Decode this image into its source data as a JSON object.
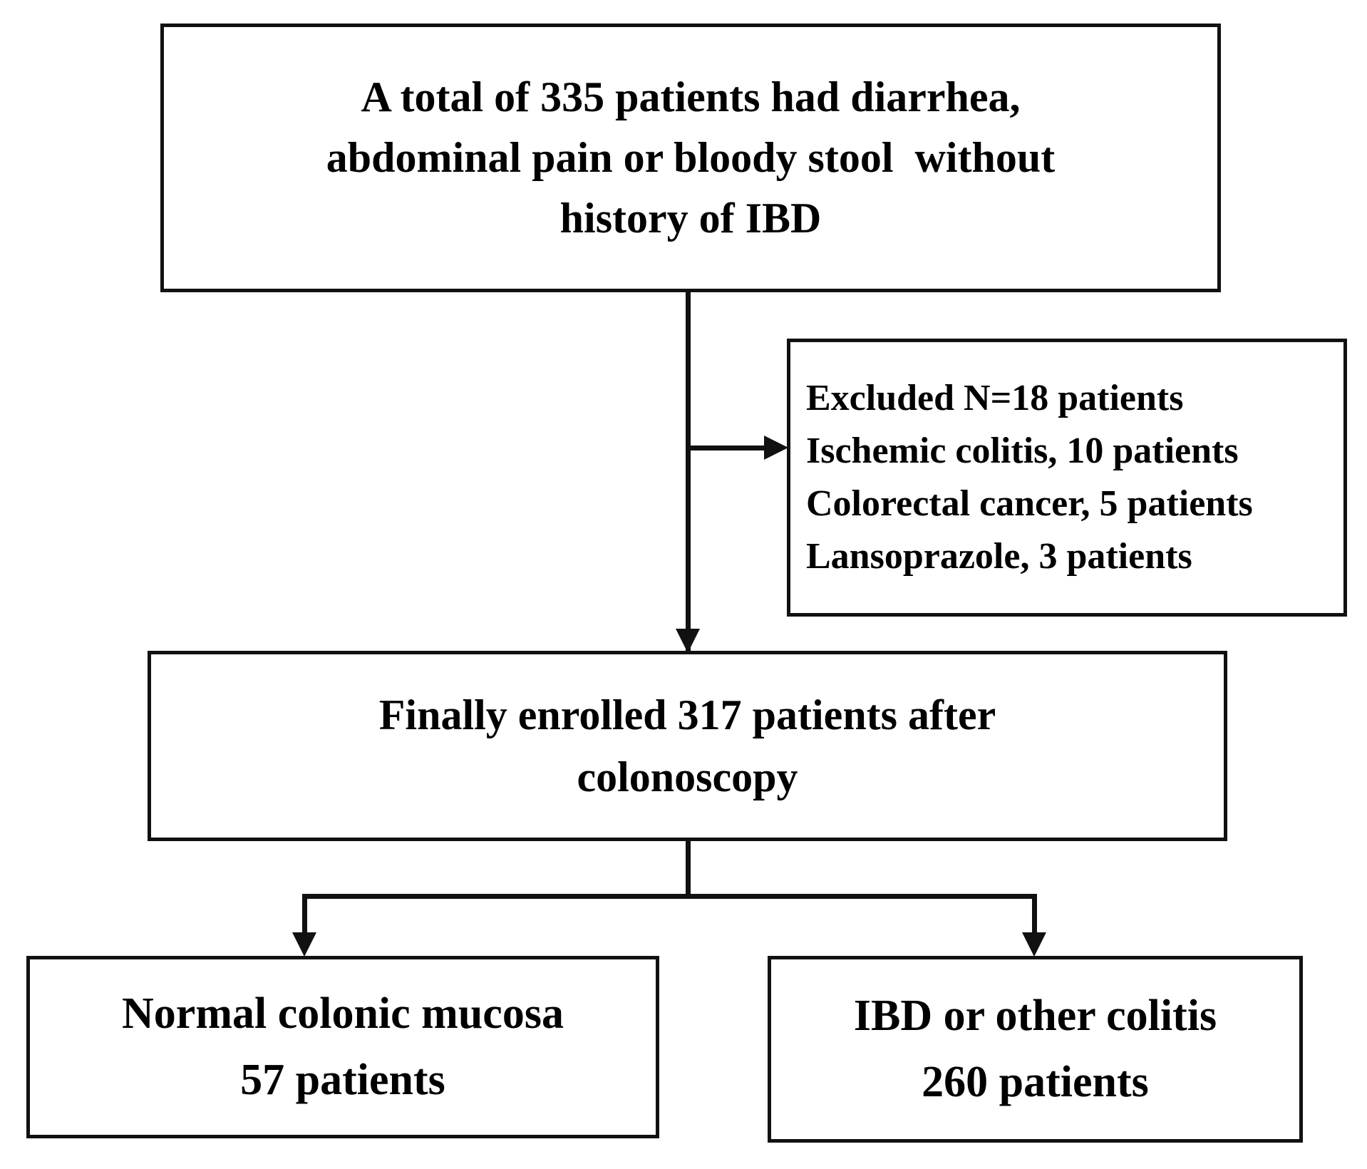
{
  "figure": {
    "type": "flowchart",
    "title": "Patient enrollment flow diagram",
    "nodes": [
      {
        "id": "total",
        "lines": [
          "A total of 335 patients had diarrhea,",
          "abdominal pain or bloody stool  without",
          "history of IBD"
        ]
      },
      {
        "id": "excluded",
        "lines": [
          "Excluded N=18 patients",
          "Ischemic colitis, 10 patients",
          "Colorectal cancer, 5 patients",
          "Lansoprazole, 3 patients"
        ]
      },
      {
        "id": "enrolled",
        "lines": [
          "Finally enrolled 317 patients after",
          "colonoscopy"
        ]
      },
      {
        "id": "normal",
        "lines": [
          "Normal colonic mucosa",
          "57 patients"
        ]
      },
      {
        "id": "ibd",
        "lines": [
          "IBD or other colitis",
          "260 patients"
        ]
      }
    ]
  },
  "boxes": {
    "total": {
      "line1": "A total of 335 patients had diarrhea,",
      "line2": "abdominal pain or bloody stool  without",
      "line3": "history of IBD"
    },
    "excluded": {
      "line1": "Excluded N=18 patients",
      "line2": "Ischemic colitis, 10 patients",
      "line3": "Colorectal cancer, 5 patients",
      "line4": "Lansoprazole, 3 patients"
    },
    "enrolled": {
      "line1": "Finally enrolled 317 patients after",
      "line2": "colonoscopy"
    },
    "normal": {
      "line1": "Normal colonic mucosa",
      "line2": "57 patients"
    },
    "ibd": {
      "line1": "IBD or other colitis",
      "line2": "260 patients"
    }
  },
  "counts": {
    "screened_total": 335,
    "excluded_total": 18,
    "excluded_ischemic_colitis": 10,
    "excluded_colorectal_cancer": 5,
    "excluded_lansoprazole": 3,
    "enrolled_total": 317,
    "normal_colonic_mucosa": 57,
    "ibd_or_other_colitis": 260
  },
  "colors": {
    "stroke": "#111111",
    "text": "#000000",
    "background": "#ffffff"
  }
}
